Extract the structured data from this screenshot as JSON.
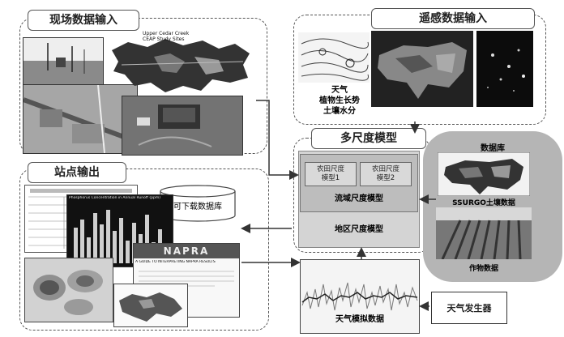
{
  "field_panel": {
    "title": "现场数据输入",
    "map_title": "Upper Cedar Creek\nCEAP Study Sites"
  },
  "remote_panel": {
    "title": "遥感数据输入",
    "labels": [
      "天气",
      "植物生长势",
      "土壤水分"
    ]
  },
  "model_panel": {
    "title": "多尺度模型",
    "farm_model_1": "农田尺度\n模型1",
    "farm_model_2": "农田尺度\n模型2",
    "watershed_model": "流域尺度模型",
    "region_model": "地区尺度模型"
  },
  "database_panel": {
    "title": "数据库",
    "ssurgo_label": "SSURGO土壤数据",
    "crop_label": "作物数据"
  },
  "site_panel": {
    "title": "站点输出",
    "download_db": "可下载数据库",
    "chart_title": "Phosphorus Concentration in Annual Runoff (ppm)",
    "napra_logo": "NAPRA",
    "napra_subtitle": "A GUIDE TO INTERPRETING NAPRA RESULTS"
  },
  "weather_sim": {
    "label": "天气模拟数据"
  },
  "weather_gen": {
    "label": "天气发生器"
  },
  "colors": {
    "panel_border": "#555555",
    "model_bg": "#d4d4d4",
    "model_inner": "#bdbdbd",
    "arrow": "#333333"
  }
}
